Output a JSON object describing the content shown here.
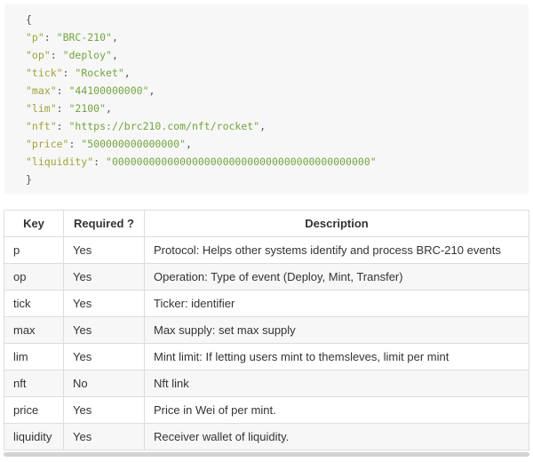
{
  "code": {
    "open_brace": "{",
    "close_brace": "}",
    "separator": ": ",
    "comma": ",",
    "quote": "\"",
    "entries": [
      {
        "key": "p",
        "value": "BRC-210",
        "comma": true
      },
      {
        "key": "op",
        "value": "deploy",
        "comma": true
      },
      {
        "key": "tick",
        "value": "Rocket",
        "comma": true
      },
      {
        "key": "max",
        "value": "44100000000",
        "comma": true
      },
      {
        "key": "lim",
        "value": "2100",
        "comma": true
      },
      {
        "key": "nft",
        "value": "https://brc210.com/nft/rocket",
        "comma": true
      },
      {
        "key": "price",
        "value": "500000000000000",
        "comma": true
      },
      {
        "key": "liquidity",
        "value": "000000000000000000000000000000000000000000",
        "comma": false
      }
    ]
  },
  "table": {
    "headers": [
      "Key",
      "Required ?",
      "Description"
    ],
    "rows": [
      {
        "key": "p",
        "required": "Yes",
        "description": "Protocol: Helps other systems identify and process BRC-210 events"
      },
      {
        "key": "op",
        "required": "Yes",
        "description": "Operation: Type of event (Deploy, Mint, Transfer)"
      },
      {
        "key": "tick",
        "required": "Yes",
        "description": "Ticker: identifier"
      },
      {
        "key": "max",
        "required": "Yes",
        "description": "Max supply: set max supply"
      },
      {
        "key": "lim",
        "required": "Yes",
        "description": "Mint limit: If letting users mint to themsleves, limit per mint"
      },
      {
        "key": "nft",
        "required": "No",
        "description": "Nft link"
      },
      {
        "key": "price",
        "required": "Yes",
        "description": "Price in Wei of per mint."
      },
      {
        "key": "liquidity",
        "required": "Yes",
        "description": "Receiver wallet of liquidity."
      }
    ]
  },
  "colors": {
    "code_background": "#f7f7f7",
    "code_key": "#a0a33a",
    "code_string": "#73a53e",
    "code_punctuation": "#52564e",
    "table_border": "#dddddd",
    "row_alternate_background": "#f7f7f7",
    "text": "#333333",
    "scrollbar": "#d4d4d4"
  }
}
